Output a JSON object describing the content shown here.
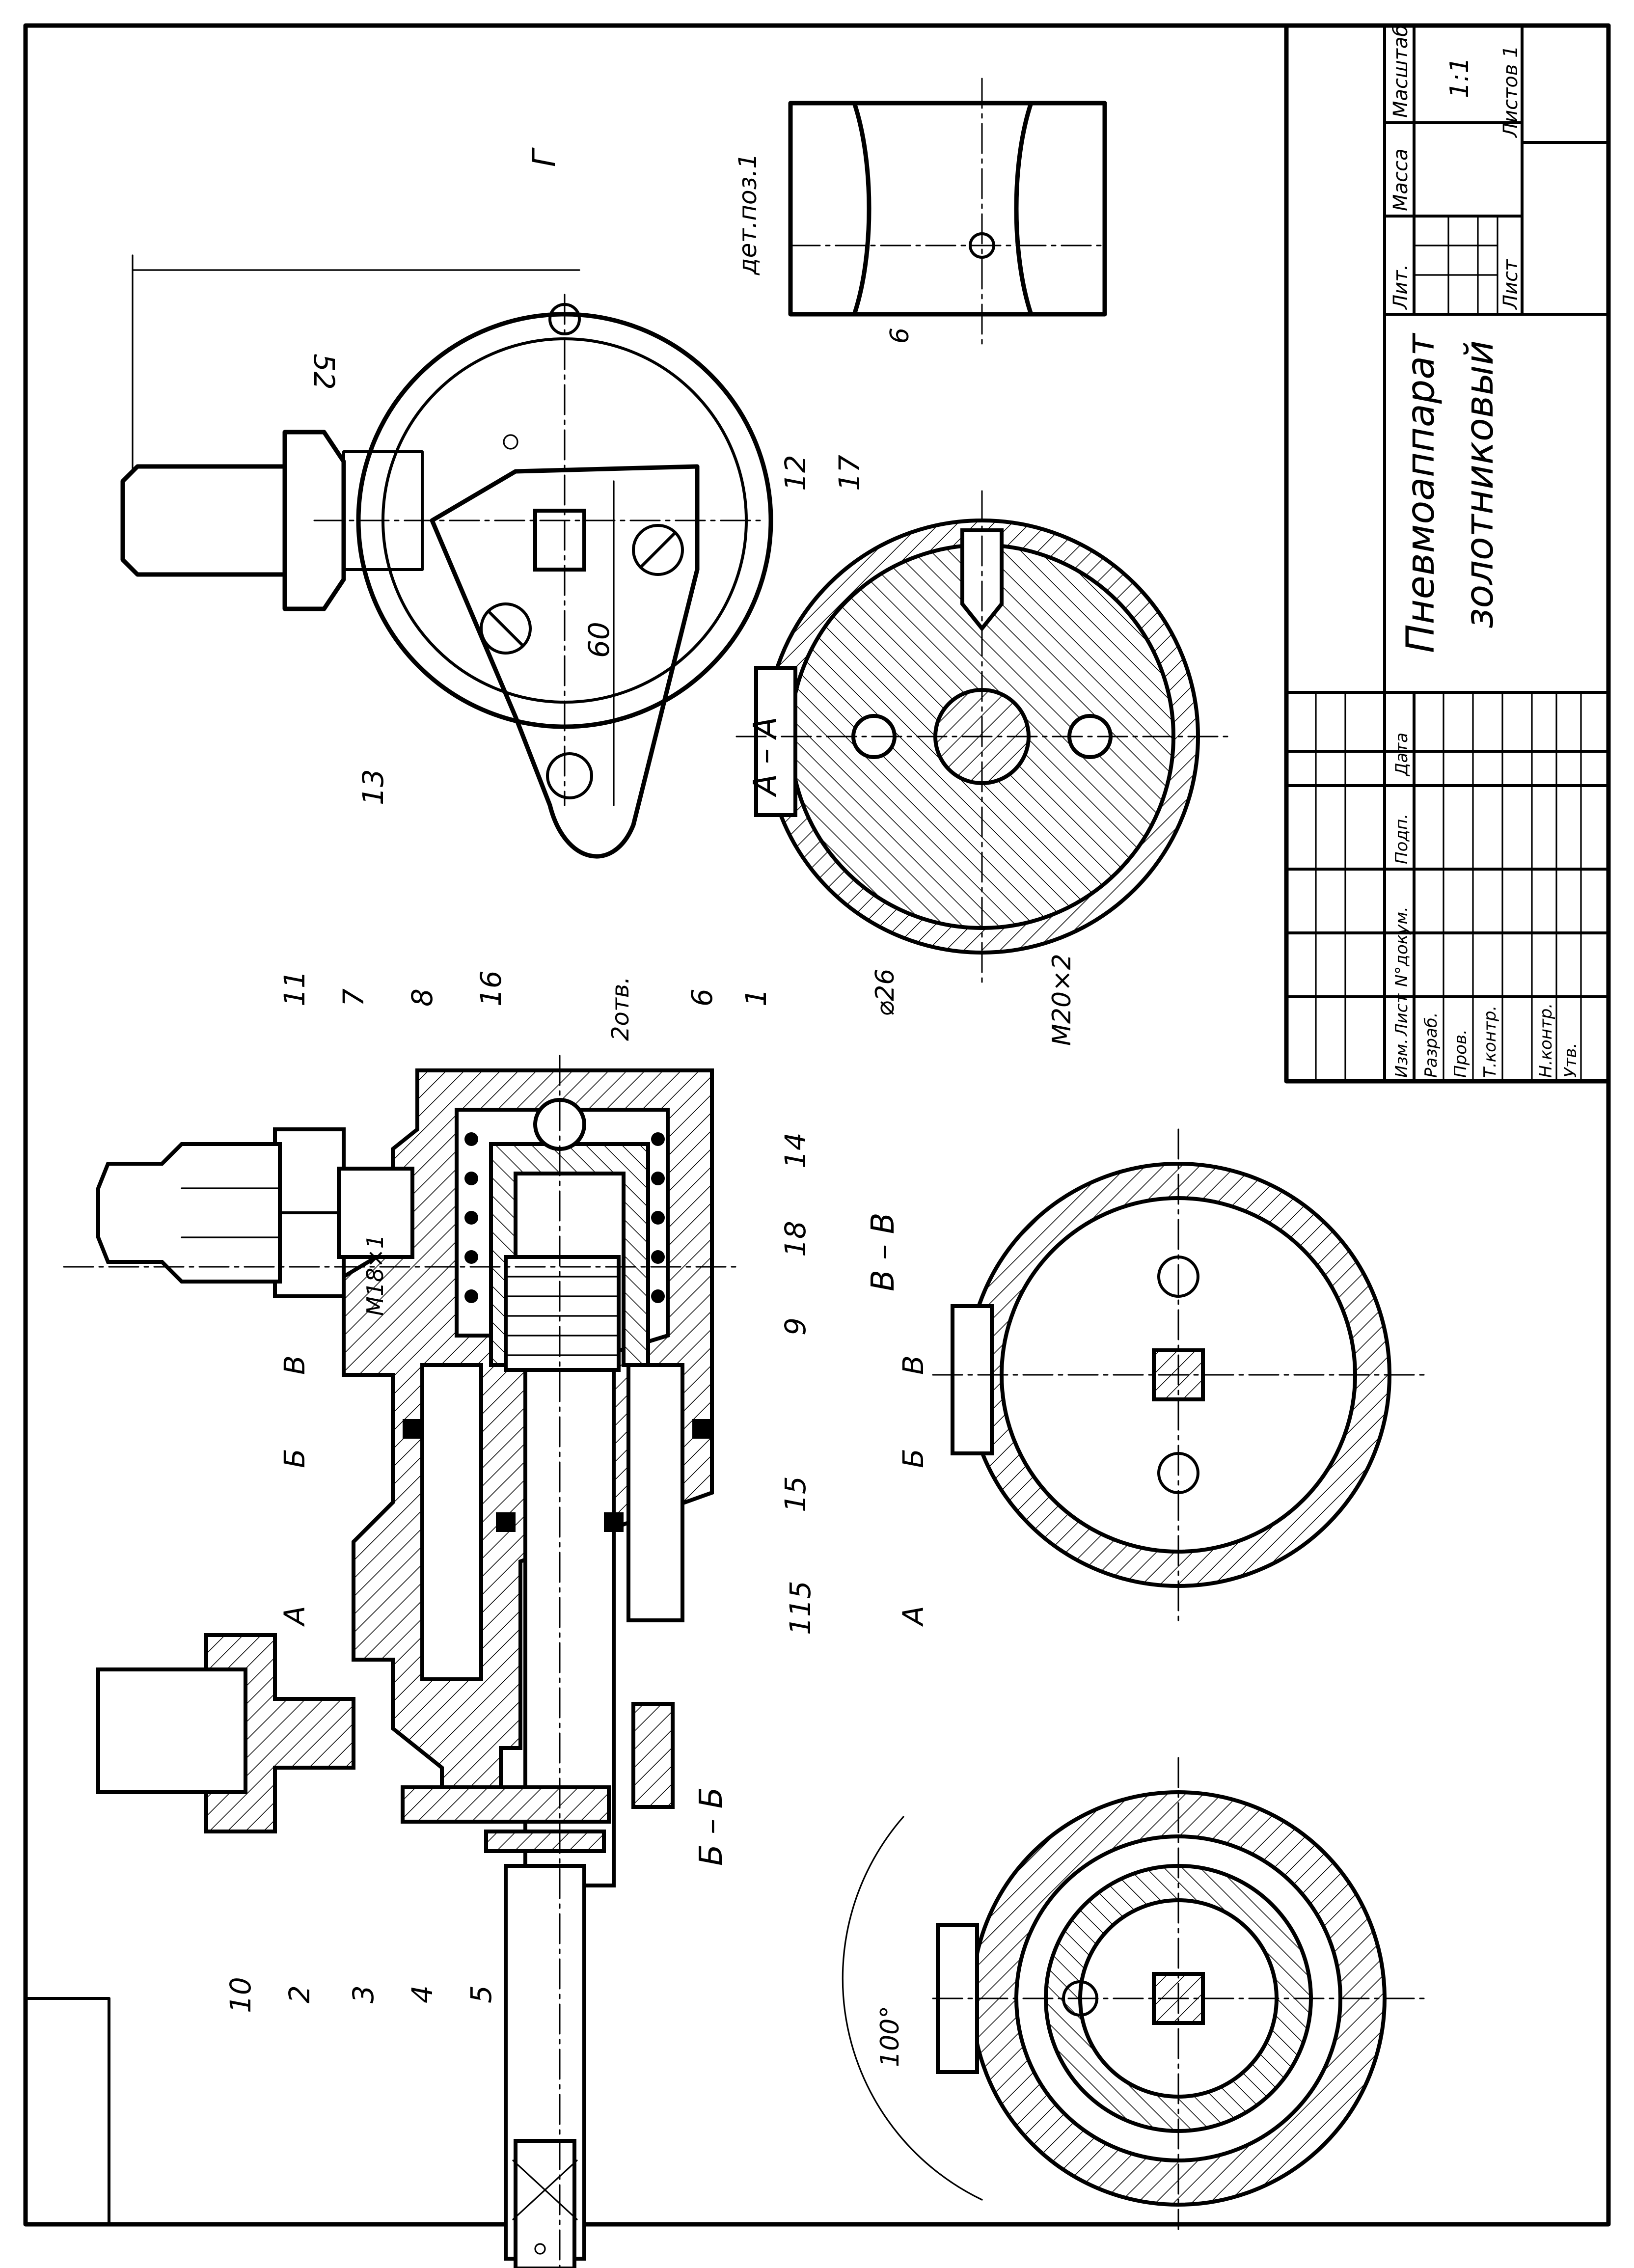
{
  "drawing": {
    "title_line1": "Пневмоаппарат",
    "title_line2": "золотниковый",
    "scale": "1:1",
    "sheet_label": "Лист",
    "sheets_label": "Листов 1"
  },
  "title_block": {
    "headers": {
      "lit": "Лит.",
      "mass": "Масса",
      "scale": "Масштаб"
    },
    "columns": [
      "Изм.",
      "Лист",
      "N°докум.",
      "Подп.",
      "Дата"
    ],
    "roles": [
      "Разраб.",
      "Пров.",
      "Т.контр.",
      "",
      "Н.контр.",
      "Утв."
    ]
  },
  "sections": {
    "aa": "А – А",
    "bb": "Б – Б",
    "vv": "В – В",
    "detail": "дет.поз.1",
    "view_g": "Г"
  },
  "cut_marks": {
    "a": "А",
    "b": "Б",
    "v": "В"
  },
  "dimensions": {
    "d115": "115",
    "d52": "52",
    "d60": "60",
    "d6": "6",
    "m18": "М18×1",
    "m20": "М20×2",
    "d26": "⌀26",
    "angle": "100°",
    "holes": "2отв."
  },
  "positions": [
    "1",
    "2",
    "3",
    "4",
    "5",
    "6",
    "7",
    "8",
    "9",
    "10",
    "11",
    "12",
    "13",
    "14",
    "15",
    "16",
    "17",
    "18"
  ]
}
